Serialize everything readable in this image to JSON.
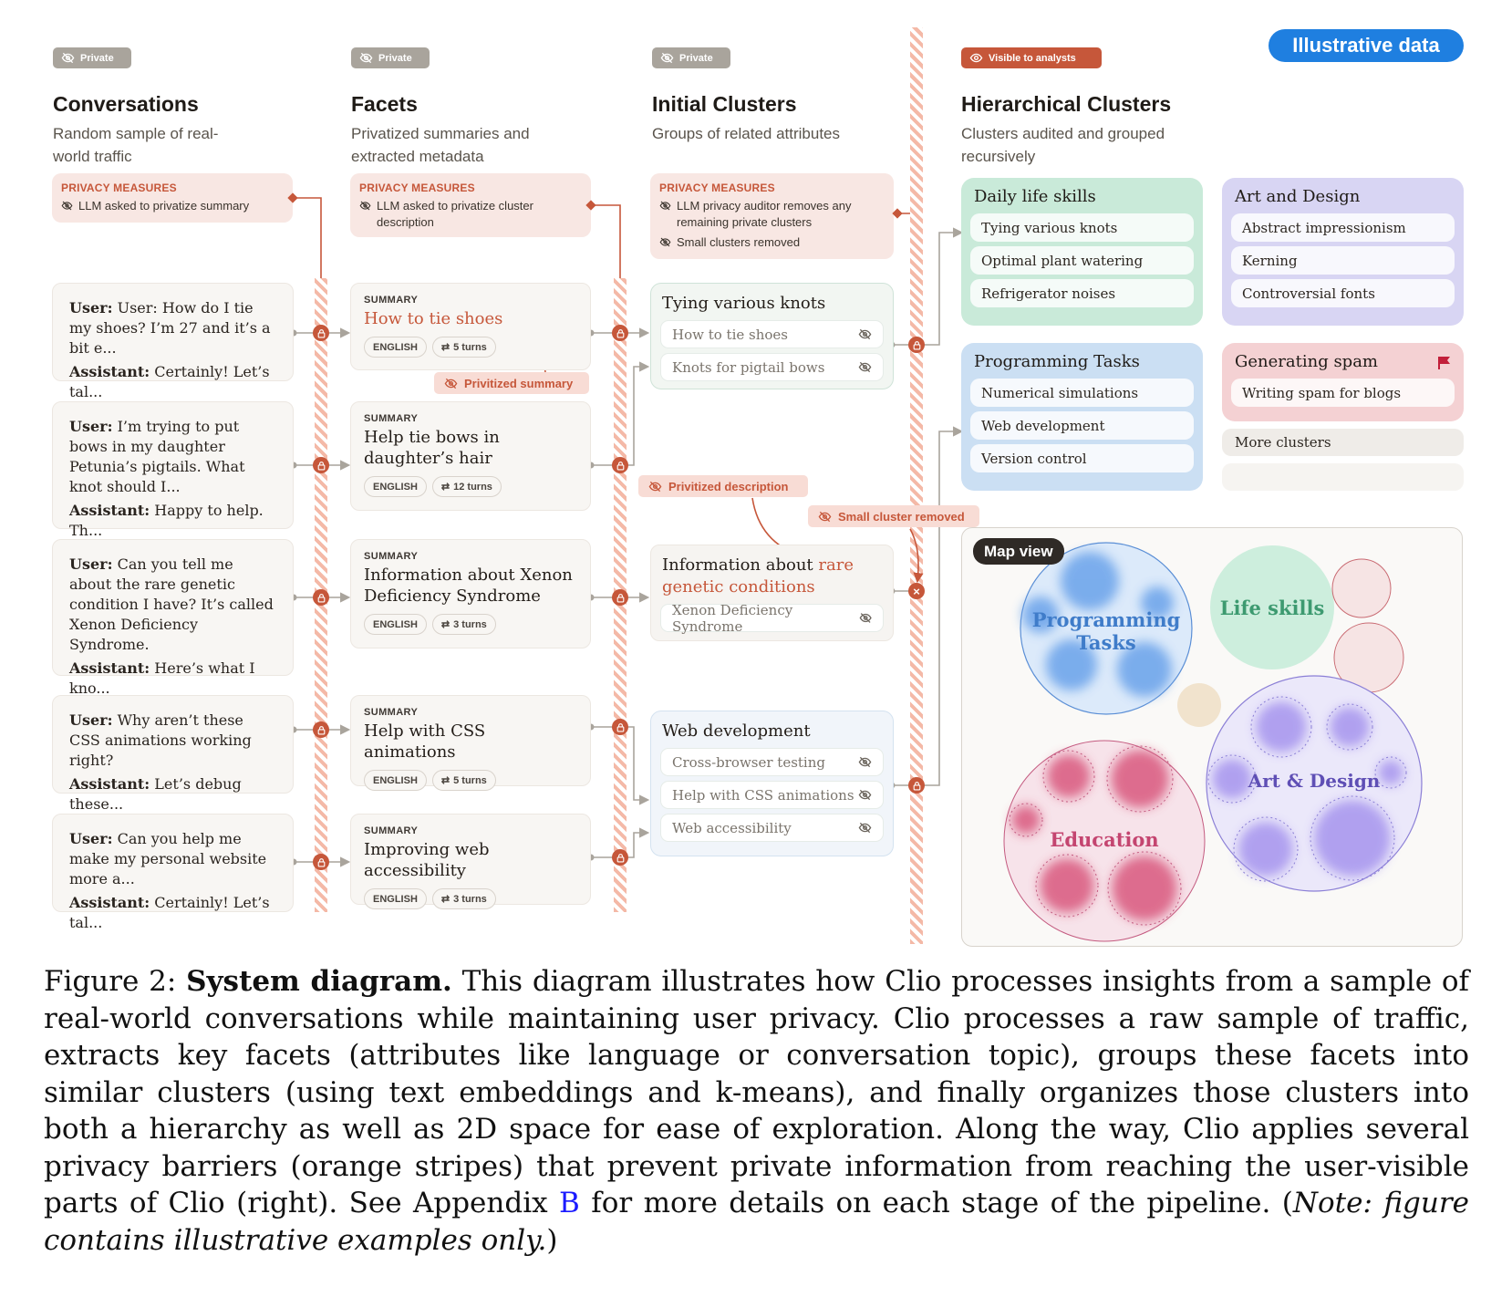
{
  "badge": "Illustrative data",
  "columns": [
    {
      "pill": "Private",
      "title": "Conversations",
      "desc": "Random sample of real-world traffic",
      "privacy_head": "PRIVACY MEASURES",
      "privacy_items": [
        "LLM asked to privatize summary"
      ]
    },
    {
      "pill": "Private",
      "title": "Facets",
      "desc": "Privatized summaries and extracted metadata",
      "privacy_head": "PRIVACY MEASURES",
      "privacy_items": [
        "LLM asked to privatize cluster description"
      ]
    },
    {
      "pill": "Private",
      "title": "Initial Clusters",
      "desc": "Groups of related attributes",
      "privacy_head": "PRIVACY MEASURES",
      "privacy_items": [
        "LLM privacy auditor removes any remaining private clusters",
        "Small clusters removed"
      ]
    },
    {
      "pill": "Visible to analysts",
      "title": "Hierarchical Clusters",
      "desc": "Clusters audited and grouped recursively"
    }
  ],
  "conversations": [
    {
      "user_label": "User:",
      "user": "User: How do I tie my shoes? I’m 27 and it’s a bit e...",
      "assistant_label": "Assistant:",
      "assistant": "Certainly! Let’s tal..."
    },
    {
      "user_label": "User:",
      "user": "I’m trying to put bows in my daughter Petunia’s pigtails. What knot should I...",
      "assistant_label": "Assistant:",
      "assistant": "Happy to help. Th..."
    },
    {
      "user_label": "User:",
      "user": "Can you tell me about the rare genetic condition I have? It’s called Xenon Deficiency Syndrome.",
      "assistant_label": "Assistant:",
      "assistant": "Here’s what I kno..."
    },
    {
      "user_label": "User:",
      "user": "Why aren’t these CSS animations working right?",
      "assistant_label": "Assistant:",
      "assistant": "Let’s debug these..."
    },
    {
      "user_label": "User:",
      "user": "Can you help me make my personal website more a...",
      "assistant_label": "Assistant:",
      "assistant": "Certainly! Let’s tal..."
    }
  ],
  "facets": [
    {
      "label": "SUMMARY",
      "title": "How to tie shoes",
      "lang": "ENGLISH",
      "turns": "5 turns"
    },
    {
      "label": "SUMMARY",
      "title": "Help tie bows in daughter’s hair",
      "lang": "ENGLISH",
      "turns": "12 turns"
    },
    {
      "label": "SUMMARY",
      "title": "Information about Xenon Deficiency Syndrome",
      "lang": "ENGLISH",
      "turns": "3 turns"
    },
    {
      "label": "SUMMARY",
      "title": "Help with CSS animations",
      "lang": "ENGLISH",
      "turns": "5 turns"
    },
    {
      "label": "SUMMARY",
      "title": "Improving web accessibility",
      "lang": "ENGLISH",
      "turns": "3 turns"
    }
  ],
  "initial_clusters": [
    {
      "title": "Tying various knots",
      "items": [
        "How to tie shoes",
        "Knots for pigtail bows"
      ]
    },
    {
      "title_a": "Information about ",
      "title_b": "rare genetic conditions",
      "items": [
        "Xenon Deficiency Syndrome"
      ]
    },
    {
      "title": "Web development",
      "items": [
        "Cross-browser testing",
        "Help with CSS animations",
        "Web accessibility"
      ]
    }
  ],
  "callouts": {
    "summary": "Privitized summary",
    "description": "Privitized description",
    "small": "Small cluster removed"
  },
  "hierarchical": [
    {
      "title": "Daily life skills",
      "items": [
        "Tying various knots",
        "Optimal plant watering",
        "Refrigerator noises"
      ],
      "bg": "#c9ead9"
    },
    {
      "title": "Art and Design",
      "items": [
        "Abstract impressionism",
        "Kerning",
        "Controversial fonts"
      ],
      "bg": "#d8d5f3"
    },
    {
      "title": "Programming Tasks",
      "items": [
        "Numerical simulations",
        "Web development",
        "Version control"
      ],
      "bg": "#cbdff3"
    },
    {
      "title": "Generating spam",
      "items": [
        "Writing spam for blogs"
      ],
      "bg": "#f4d1d3"
    }
  ],
  "more_clusters": "More clusters",
  "map": {
    "label": "Map view",
    "clusters": [
      "Programming Tasks",
      "Life skills",
      "Education",
      "Art & Design"
    ]
  },
  "caption": {
    "prefix": "Figure 2: ",
    "bold": "System diagram.",
    "body": " This diagram illustrates how Clio processes insights from a sample of real-world conversations while maintaining user privacy. Clio processes a raw sample of traffic, extracts key facets (attributes like language or conversation topic), groups these facets into similar clusters (using text embeddings and k-means), and finally organizes those clusters into both a hierarchy as well as 2D space for ease of exploration. Along the way, Clio applies several privacy barriers (orange stripes) that prevent private information from reaching the user-visible parts of Clio (right). See Appendix ",
    "link": "B",
    "tail": " for more details on each stage of the pipeline. (",
    "note": "Note: figure contains illustrative examples only.",
    "end": ")"
  },
  "colors": {
    "accent": "#c6573a",
    "barrier": "#f4b9a7",
    "link": "#1a1aff",
    "badge": "#1f7fe0"
  }
}
